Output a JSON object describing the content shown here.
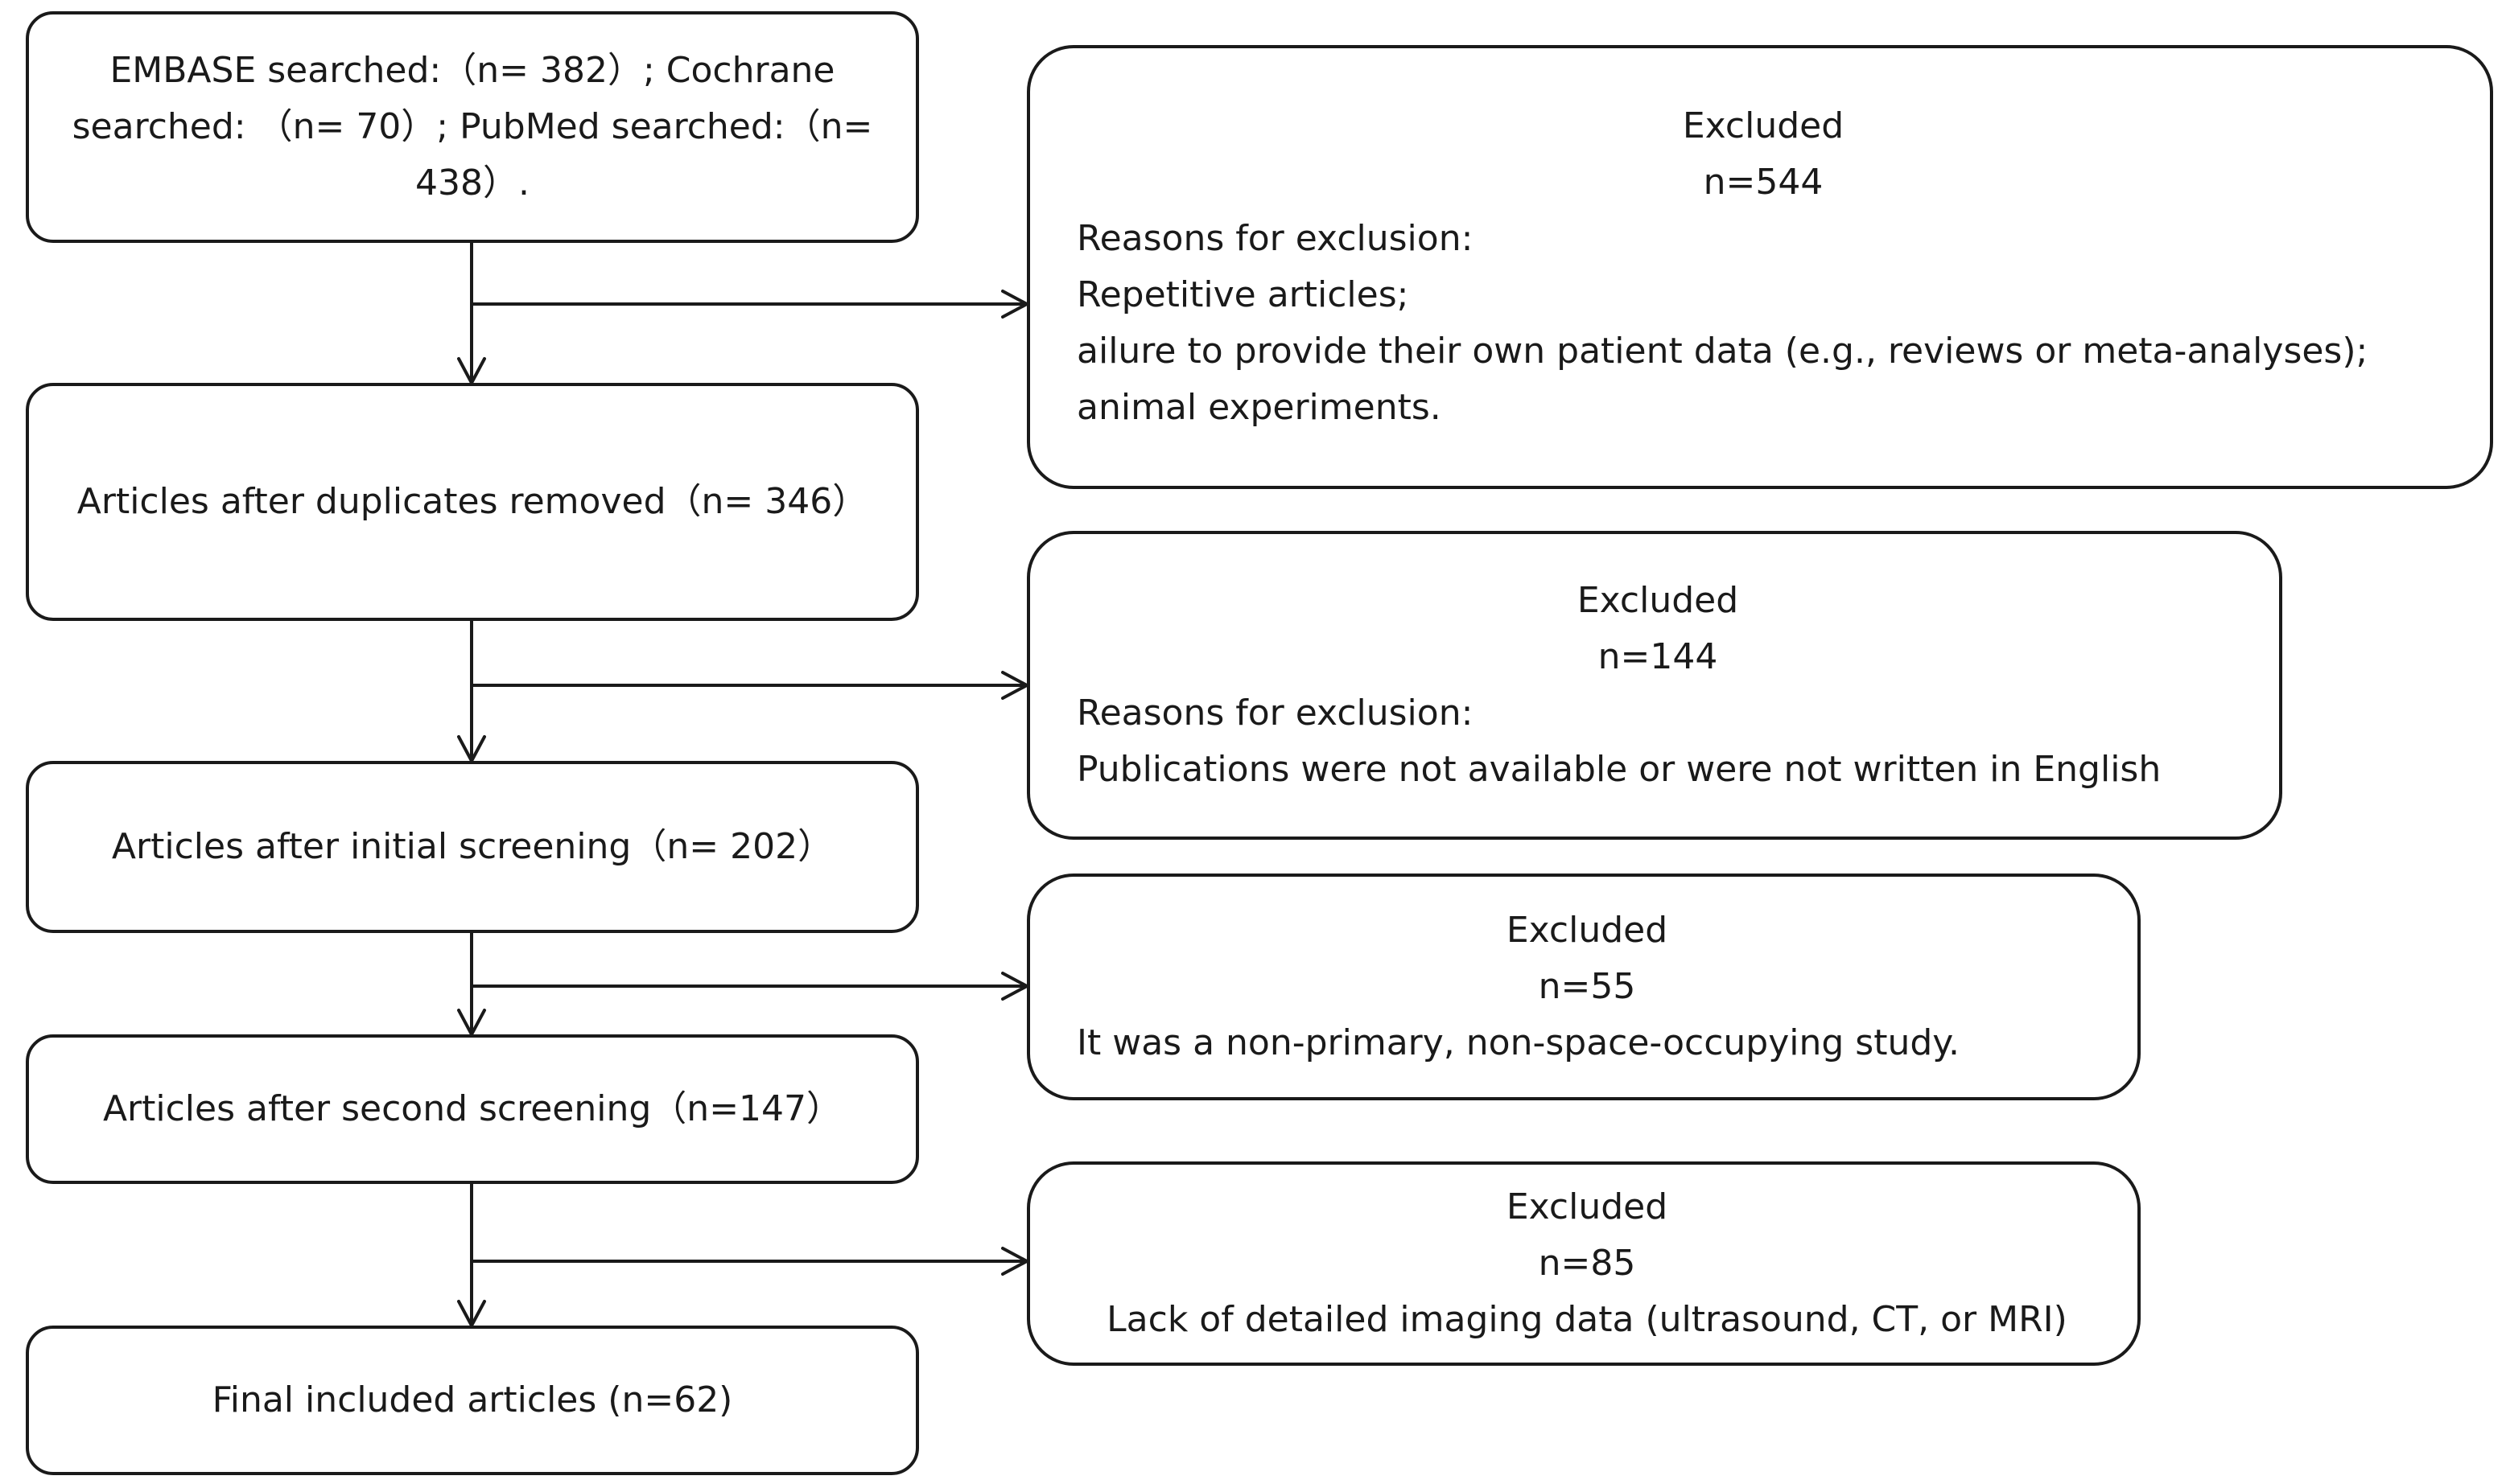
{
  "main_boxes": [
    {
      "text": "EMBASE searched:（n= 382）; Cochrane searched: （n= 70）; PubMed searched:（n= 438）."
    },
    {
      "text": "Articles after duplicates removed（n= 346）"
    },
    {
      "text": "Articles after initial screening（n= 202）"
    },
    {
      "text": "Articles after second screening（n=147）"
    },
    {
      "text": "Final included articles (n=62)"
    }
  ],
  "excluded_boxes": [
    {
      "heading": "Excluded",
      "count": "n=544",
      "lines": [
        "Reasons for exclusion:",
        "Repetitive articles;",
        "ailure to provide their own patient data (e.g., reviews or meta-analyses);",
        "animal experiments."
      ]
    },
    {
      "heading": "Excluded",
      "count": "n=144",
      "lines": [
        "Reasons for exclusion:",
        "Publications were not available or were not written in English"
      ]
    },
    {
      "heading": "Excluded",
      "count": "n=55",
      "lines": [
        "It was a non-primary, non-space-occupying study."
      ]
    },
    {
      "heading": "Excluded",
      "count": "n=85",
      "lines": [
        "Lack of detailed imaging data (ultrasound, CT, or MRI)"
      ]
    }
  ]
}
